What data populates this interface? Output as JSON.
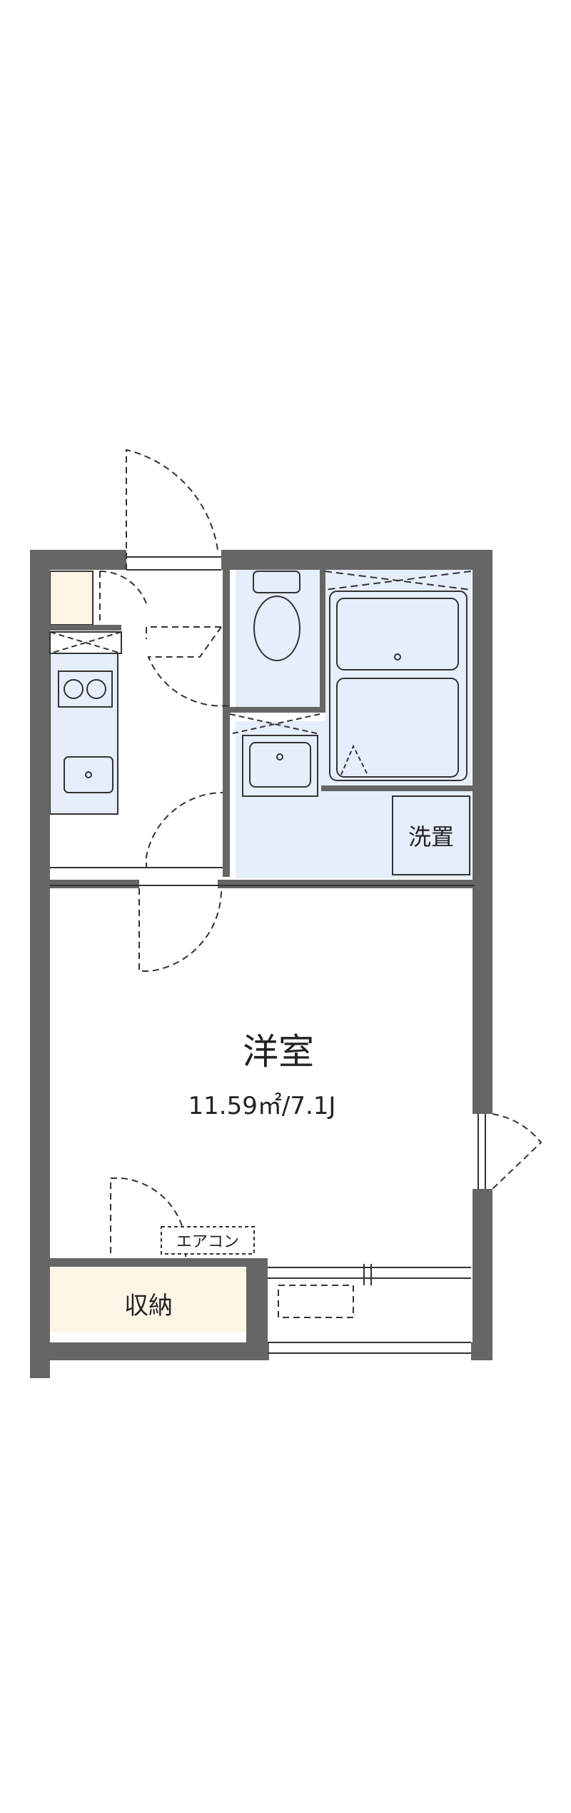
{
  "rooms": {
    "western_room": {
      "name": "洋室",
      "area": "11.59㎡/7.1J"
    },
    "storage": {
      "name": "収納"
    },
    "laundry": {
      "name": "洗置"
    },
    "aircon": {
      "name": "エアコン"
    }
  },
  "colors": {
    "wall": "#666666",
    "wet_area": "#e6eefb",
    "storage_fill": "#fdf5e6",
    "line": "#333333",
    "background": "#ffffff"
  }
}
